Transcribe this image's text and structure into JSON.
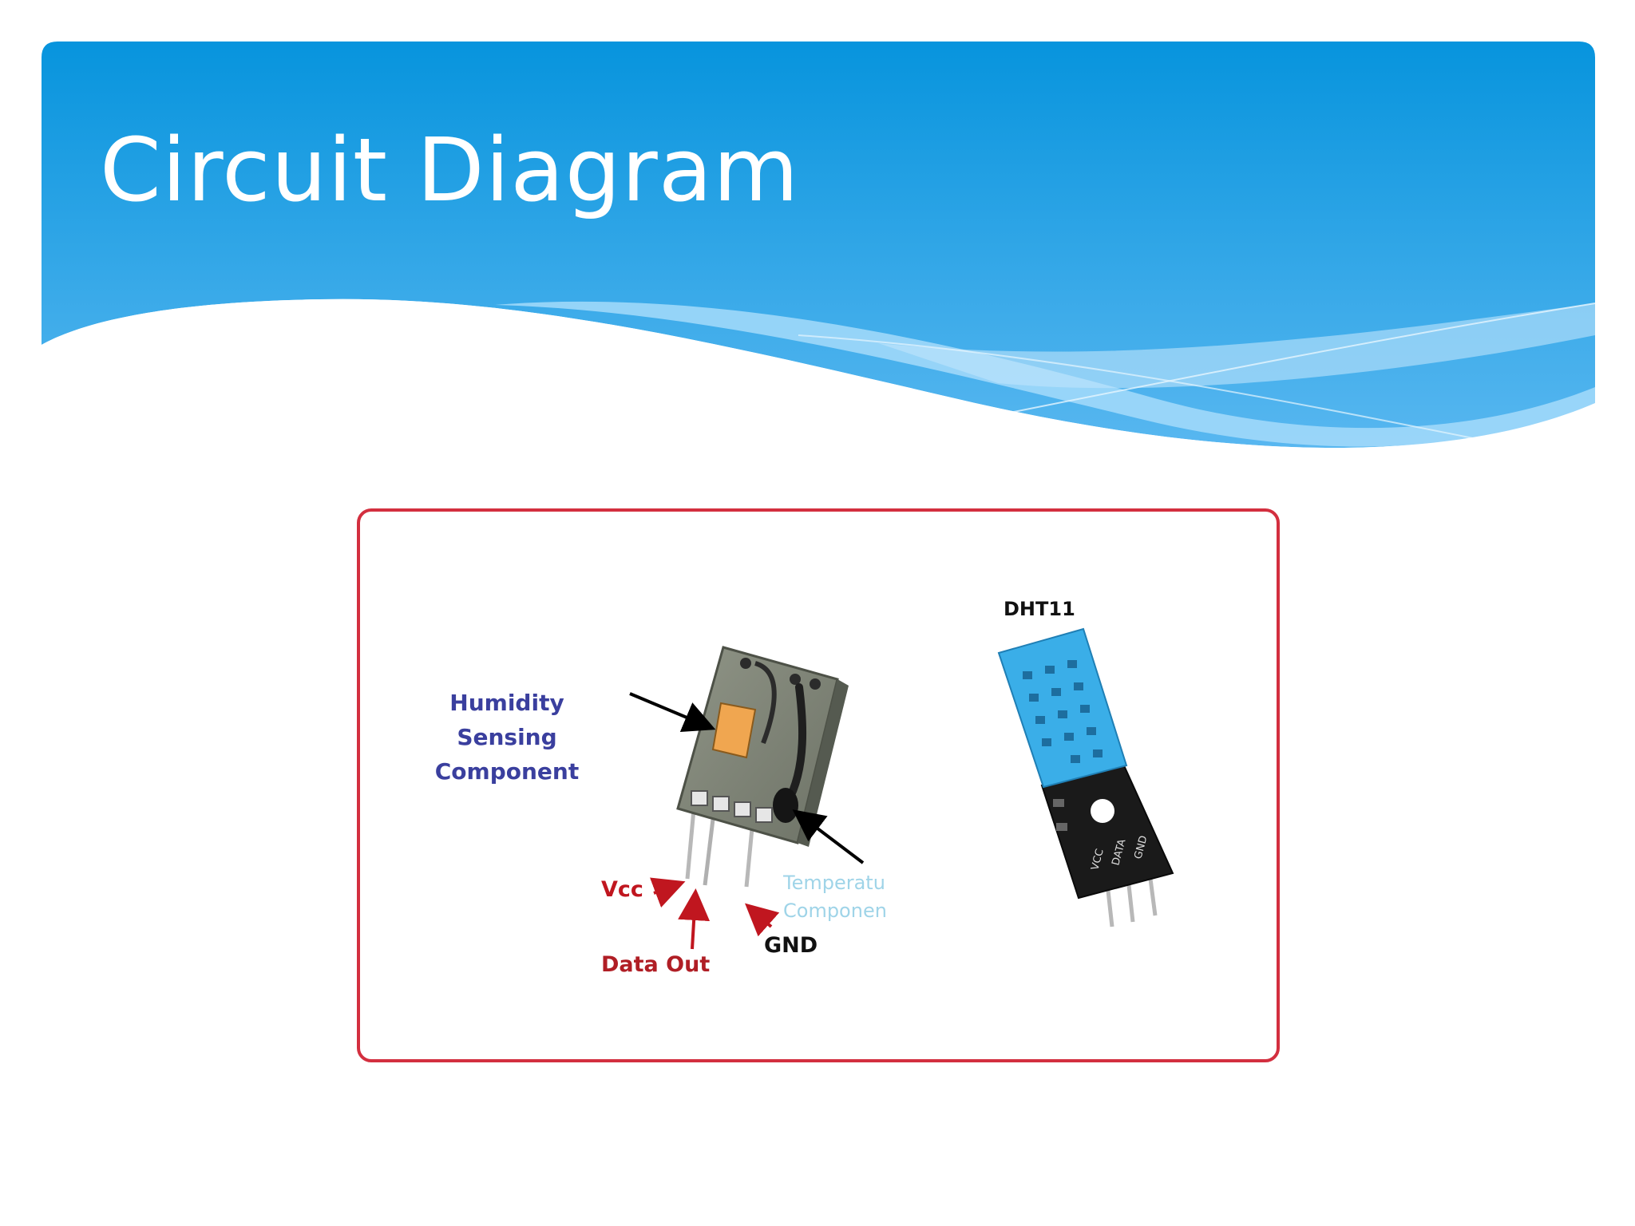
{
  "slide": {
    "title": "Circuit Diagram"
  },
  "figure": {
    "labels": {
      "humidity": "Humidity Sensing Component",
      "temperature": "Temperature Component",
      "vcc": "Vcc",
      "gnd": "GND",
      "data_out": "Data Out",
      "dht11": "DHT11"
    },
    "module_pins": [
      "VCC",
      "DATA",
      "GND"
    ]
  },
  "colors": {
    "header_blue_top": "#0b97de",
    "header_blue_bottom": "#5fb8f0",
    "frame_red": "#d32f3f",
    "label_purple": "#3a3f9e",
    "label_red": "#c0161f",
    "sensor_blue": "#3aaee8",
    "board_black": "#1a1a1a"
  }
}
